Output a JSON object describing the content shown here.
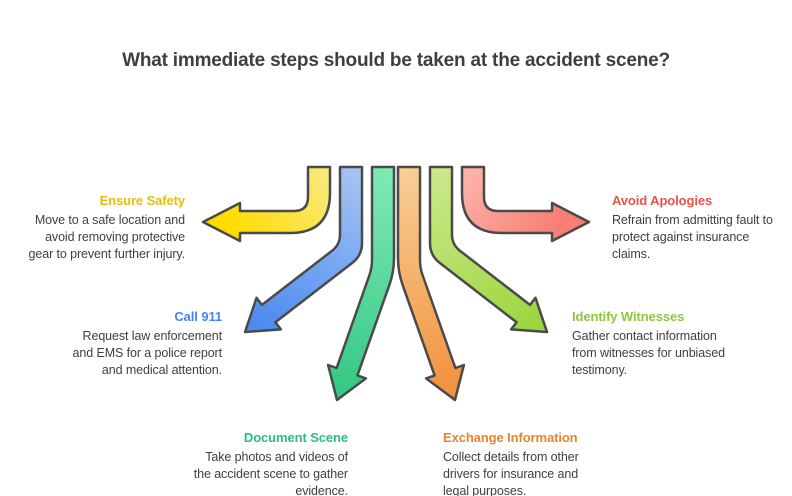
{
  "title": "What immediate steps should be taken at the accident scene?",
  "theme": {
    "background": "#FFFFFF",
    "title_color": "#3F3F3F",
    "body_text_color": "#3F3F3F",
    "arrow_outline": "#4A4A4A"
  },
  "steps": [
    {
      "id": "ensure-safety",
      "label": "Ensure Safety",
      "color": "#E4BE0A",
      "arrow_light": "#F9E97C",
      "arrow_deep": "#FFDC00",
      "direction": "left",
      "description": "Move to a safe location and avoid removing protective gear to prevent further injury.",
      "lines": [
        "Move to a safe location and",
        "avoid removing protective",
        "gear to prevent further injury."
      ]
    },
    {
      "id": "avoid-apologies",
      "label": "Avoid Apologies",
      "color": "#E9534A",
      "arrow_light": "#FBB3AB",
      "arrow_deep": "#F87D72",
      "direction": "right",
      "description": "Refrain from admitting fault to protect against insurance claims.",
      "lines": [
        "Refrain from admitting fault to",
        "protect against insurance",
        "claims."
      ]
    },
    {
      "id": "call-911",
      "label": "Call 911",
      "color": "#4285F4",
      "arrow_light": "#A5C4F3",
      "arrow_deep": "#4C8BF0",
      "direction": "down-left",
      "description": "Request law enforcement and EMS for a police report and medical attention.",
      "lines": [
        "Request law enforcement",
        "and EMS for a police report",
        "and medical attention."
      ]
    },
    {
      "id": "identify-witnesses",
      "label": "Identify Witnesses",
      "color": "#8DC63F",
      "arrow_light": "#CBE98A",
      "arrow_deep": "#9CD63F",
      "direction": "down-right",
      "description": "Gather contact information from witnesses for unbiased testimony.",
      "lines": [
        "Gather contact information",
        "from witnesses for unbiased",
        "testimony."
      ]
    },
    {
      "id": "document-scene",
      "label": "Document Scene",
      "color": "#2CBE7D",
      "arrow_light": "#80E9B4",
      "arrow_deep": "#34C884",
      "direction": "down",
      "description": "Take photos and videos of the accident scene to gather evidence.",
      "lines": [
        "Take photos and videos of",
        "the accident scene to gather",
        "evidence."
      ]
    },
    {
      "id": "exchange-information",
      "label": "Exchange Information",
      "color": "#E8862B",
      "arrow_light": "#F8CF96",
      "arrow_deep": "#F1913C",
      "direction": "down",
      "description": "Collect details from other drivers for insurance and legal purposes.",
      "lines": [
        "Collect details from other",
        "drivers for insurance and",
        "legal purposes."
      ]
    }
  ]
}
